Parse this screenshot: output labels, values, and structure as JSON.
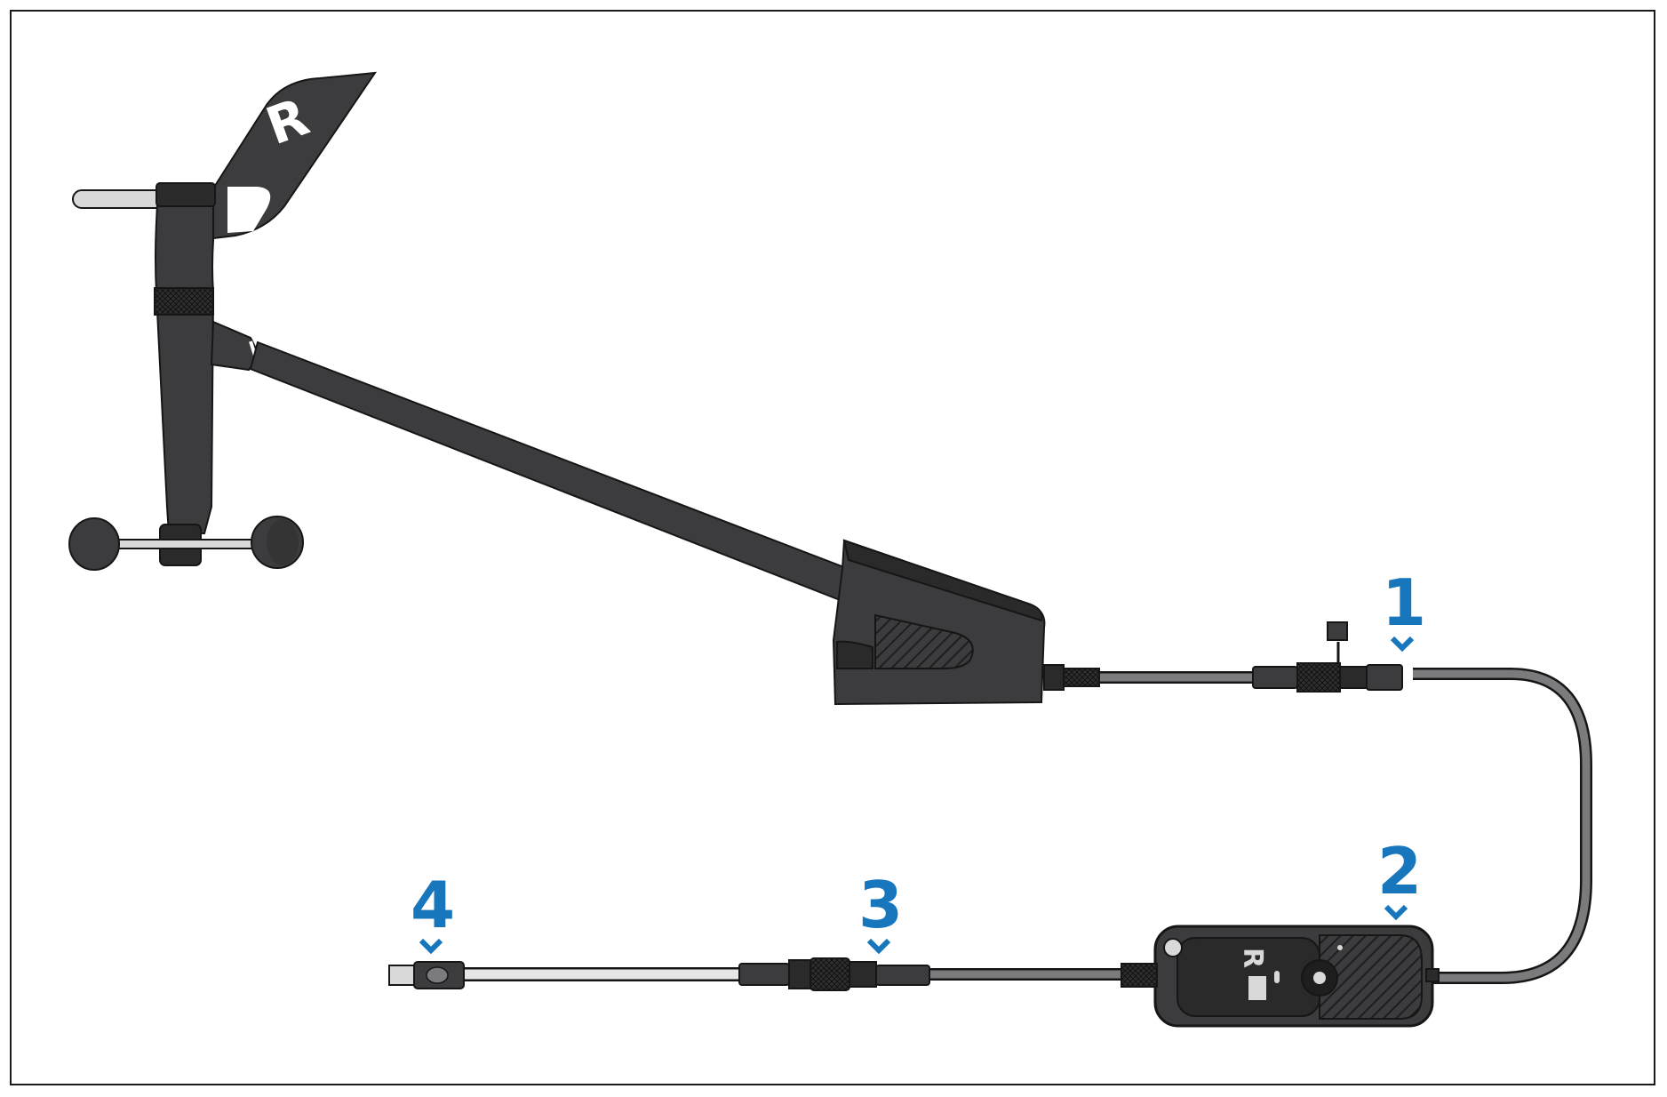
{
  "colors": {
    "device": "#3c3c3e",
    "device_dark": "#2a2a2b",
    "outline": "#161616",
    "cable": "#7b7b7d",
    "cable_light": "#d9d9d9",
    "callout": "#1876bd",
    "logo": "#ffffff"
  },
  "callouts": [
    {
      "id": "1",
      "label": "1"
    },
    {
      "id": "2",
      "label": "2"
    },
    {
      "id": "3",
      "label": "3"
    },
    {
      "id": "4",
      "label": "4"
    }
  ],
  "components": {
    "wind_vane_logo": "R",
    "interface_logo": "R"
  },
  "icons": {
    "callout_arrow": "chevron-down-icon",
    "brand": "raymarine-logo-icon"
  }
}
